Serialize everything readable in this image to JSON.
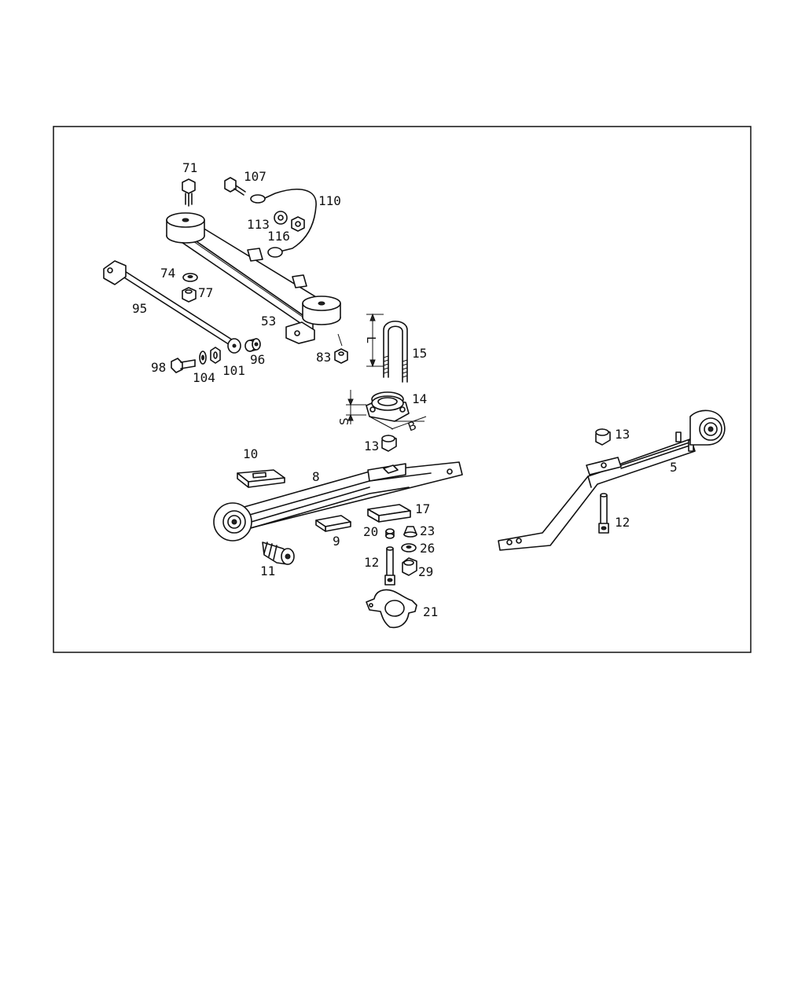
{
  "diagram": {
    "labels": {
      "p71": "71",
      "p107": "107",
      "p110": "110",
      "p113": "113",
      "p116": "116",
      "p74": "74",
      "p77": "77",
      "p95": "95",
      "p53": "53",
      "p83": "83",
      "p98": "98",
      "p104": "104",
      "p101": "101",
      "p96": "96",
      "p15": "15",
      "p14": "14",
      "p13a": "13",
      "p10": "10",
      "p8": "8",
      "p17": "17",
      "p9": "9",
      "p20": "20",
      "p23": "23",
      "p26": "26",
      "p11": "11",
      "p12a": "12",
      "p29": "29",
      "p21": "21",
      "p13b": "13",
      "p5": "5",
      "p12b": "12"
    },
    "dimensions": {
      "length": "L",
      "width": "B",
      "thickness": "S"
    }
  }
}
